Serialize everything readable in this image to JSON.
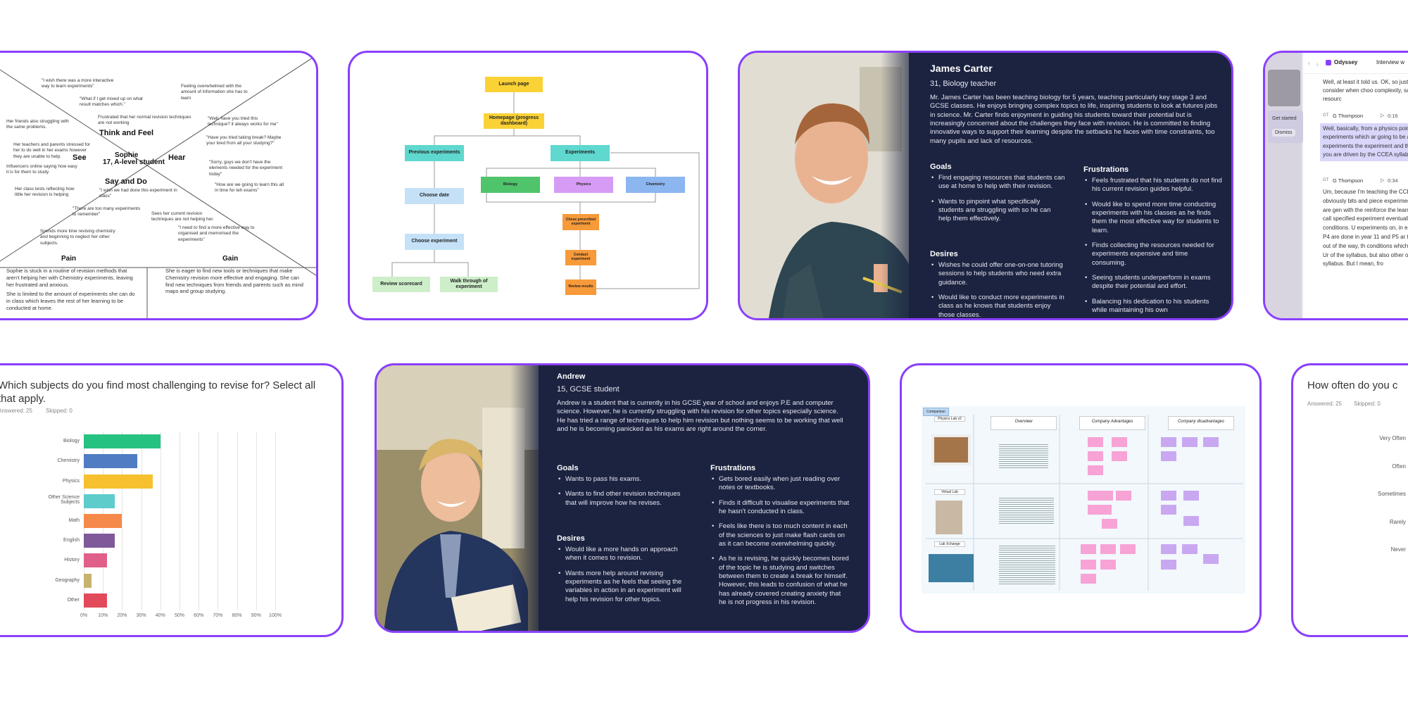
{
  "empathy_map": {
    "persona_name": "Sophie",
    "persona_desc": "17, A-level student",
    "quadrants": {
      "think_feel": "Think and Feel",
      "see": "See",
      "hear": "Hear",
      "say_do": "Say and Do"
    },
    "quotes": [
      "\"I wish there was a more interactive way to learn experiments\"",
      "\"What if I get mixed up on what result matches which.\"",
      "Feeling overwhelmed with the amount of information she has to learn",
      "Frustrated that her normal revision techniques are not working",
      "Her friends also struggling with the same problems.",
      "\"Well, have you tried this technique? it always works for me\"",
      "Her teachers and parents stressed for her to do well in her exams however they are unable to help.",
      "\"Have you tried taking break? Maybe your tired from all your studying?\"",
      "Influencers online saying how easy it is for them to study.",
      "\"Sorry, guys we don't have the elements needed for the experiment today\"",
      "Her class tests reflecting how little her revision is helping",
      "\"I wish we had done this experiment in class\"",
      "\"How are we going to learn this all in time for teh exams\"",
      "\"There are too many experiments to remember\"",
      "Sees her current revision techniques are not helping her.",
      "Spends more time revising chemistry and beginning to neglect her other subjects.",
      "\"I need to find a more effective way to organised and memorised the experiments\""
    ],
    "pain_title": "Pain",
    "pain_text": "Sophie is stuck in a routine of revision methods that aren't helping her with Chemistry experiments, leaving her frustrated and anxious.",
    "pain_text2": "She is limited to the amount of experiments she can do in class which leaves the rest of her learning to be conducted at home.",
    "gain_title": "Gain",
    "gain_text": "She is eager to find new tools or techniques that make Chemistry revision more effective and engaging. She can find new techniques from friends and parents such as mind maps and group studying."
  },
  "flowchart": {
    "launch": "Launch page",
    "homepage": "Homepage (progress dashboard)",
    "previous": "Previous experiments",
    "experiments": "Experiments",
    "biology": "Biology",
    "physics": "Physics",
    "chemistry": "Chemistry",
    "choose_date": "Choose date",
    "choose_experiment": "Choose experiment",
    "prescribed": "Chose prescribed experiment",
    "conduct": "Conduct experiment",
    "review_results": "Review results",
    "review_scorecard": "Review scorecard",
    "walk_through": "Walk through of experiment"
  },
  "james": {
    "name": "James Carter",
    "sub": "31, Biology teacher",
    "bio": "Mr. James Carter has been teaching biology for 5 years, teaching particularly key stage 3 and GCSE classes. He enjoys bringing complex topics to life, inspiring students to look at futures jobs in science. Mr. Carter finds enjoyment in guiding his students toward their potential but is increasingly concerned about the challenges they face with revision. He is committed to finding innovative ways to support their learning despite the setbacks he faces with time constraints, too many pupils and lack of resources.",
    "goals_title": "Goals",
    "goals": [
      "Find engaging resources that students can use at home to help with their revision.",
      "Wants to pinpoint what specifically students are struggling with so he can help them effectively."
    ],
    "desires_title": "Desires",
    "desires": [
      "Wishes he could offer one-on-one tutoring sessions to help students who need extra guidance.",
      "Would like to conduct more experiments in class as he knows that students enjoy those classes."
    ],
    "frustrations_title": "Frustrations",
    "frustrations": [
      "Feels frustrated that his students do not find his current revision guides helpful.",
      "Would like to spend more time conducting experiments with his classes as he finds them the most effective way for students to learn.",
      "Finds collecting the resources needed for experiments expensive and time consuming.",
      "Seeing students underperform in exams despite their potential and effort.",
      "Balancing his dedication to his students while maintaining his own"
    ]
  },
  "interview": {
    "app_name": "Odyssey",
    "tab": "Interview w",
    "toast_text": "Get started",
    "dismiss": "Dismiss",
    "intro_text": "Well, at least it told us. OK, so just factors do you consider when choo complexity, safety, and the resourc",
    "speaker1": "G Thompson",
    "time1": "0:16",
    "text1": "Well, basically, from a physics poin are choosing experiments which ar going to be able to do experiments the experiment and the kids want t you are driven by the CCEA syllabu",
    "speaker2": "G Thompson",
    "time2": "0:34",
    "text2": "Um, because I'm teaching the CCE there'll be obviously bits and piece experiment. Some of them are gen with the reinforce the learning, bu what we call specified experiment eventually under test conditions. U experiments on, in each area. Um, to P4 are done in year 11 and P5 ar those 6 covered out of the way, th conditions which CCEA specify. Ur of the syllabus, but also other on within the syllabus. But I mean, fro"
  },
  "survey1": {
    "question": "Which subjects do you find most challenging to revise for? Select all that apply.",
    "answered": "Answered: 25",
    "skipped": "Skipped: 0"
  },
  "chart_data": {
    "type": "bar",
    "orientation": "horizontal",
    "categories": [
      "Biology",
      "Chemistry",
      "Physics",
      "Other Science Subjects",
      "Math",
      "English",
      "History",
      "Geography",
      "Other"
    ],
    "values": [
      40,
      28,
      36,
      16,
      20,
      16,
      12,
      4,
      12
    ],
    "colors": [
      "#26c281",
      "#4f7cc2",
      "#f6c02e",
      "#5fcccc",
      "#f58a4b",
      "#7e5a9b",
      "#e0608a",
      "#c8b36e",
      "#e24a5c"
    ],
    "xticks": [
      "0%",
      "10%",
      "20%",
      "30%",
      "40%",
      "50%",
      "60%",
      "70%",
      "80%",
      "90%",
      "100%"
    ],
    "xlim": [
      0,
      100
    ]
  },
  "andrew": {
    "name": "Andrew",
    "sub": "15, GCSE student",
    "bio": "Andrew is a student that is currently in his GCSE year of school and enjoys P.E and computer science. However, he is currently struggling with his revision for other topics especially science. He has tried a range of techniques to help him revision but nothing seems to be working that well and he is becoming panicked as his exams are right around the corner.",
    "goals_title": "Goals",
    "goals": [
      "Wants to pass his exams.",
      "Wants to find other revision techniques that will improve how he revises."
    ],
    "desires_title": "Desires",
    "desires": [
      "Would like a more hands on approach when it comes to revision.",
      "Wants more help around revising experiments as he feels that seeing the variables in action in an experiment will help his revision for other topics."
    ],
    "frustrations_title": "Frustrations",
    "frustrations": [
      "Gets bored easily when just reading over notes or textbooks.",
      "Finds it difficult to visualise experiments that he hasn't conducted in class.",
      "Feels like there is too much content in each of the sciences to just make flash cards on as it can become overwhelming quickly.",
      "As he is revising, he quickly becomes bored of the topic he is studying and switches between them to create a break for himself. However, this leads to confusion of what he has already covered creating anxiety that he is not progress in his revision."
    ]
  },
  "comparison": {
    "tag": "Comparison",
    "headers": [
      "Overview",
      "Company Advantages",
      "Company disadvantages"
    ],
    "rows": [
      "Physics Lab v2",
      "Virtual Lab",
      "Lab Xchange"
    ]
  },
  "survey2": {
    "question": "How often do you c",
    "answered": "Answered: 25",
    "skipped": "Skipped: 0",
    "options": [
      "Very Often",
      "Often",
      "Sometimes",
      "Rarely",
      "Never"
    ]
  },
  "colors": {
    "accent": "#8a3ffc",
    "navy": "#1c2340"
  }
}
